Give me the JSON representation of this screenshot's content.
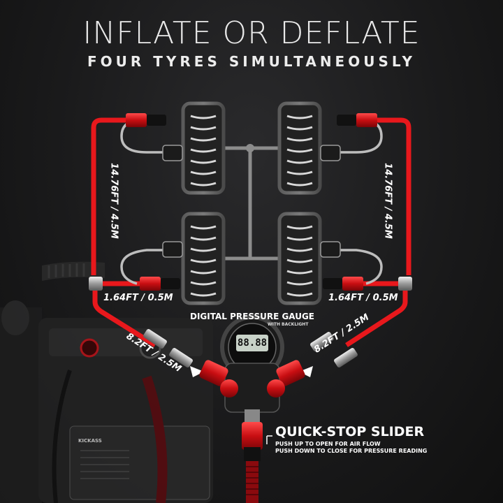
{
  "header": {
    "title": "INFLATE OR DEFLATE",
    "subtitle": "FOUR TYRES SIMULTANEOUSLY"
  },
  "hose_labels": {
    "left_long": "14.76FT / 4.5M",
    "right_long": "14.76FT / 4.5M",
    "left_short": "1.64FT / 0.5M",
    "right_short": "1.64FT / 0.5M",
    "left_mid": "8.2FT / 2.5M",
    "right_mid": "8.2FT / 2.5M"
  },
  "gauge": {
    "title": "DIGITAL PRESSURE GAUGE",
    "subtitle": "WITH BACKLIGHT",
    "display": "88.88"
  },
  "quick_stop": {
    "title": "QUICK-STOP SLIDER",
    "line1": "PUSH UP TO OPEN FOR AIR FLOW",
    "line2": "PUSH DOWN TO CLOSE FOR PRESSURE READING"
  },
  "compressor": {
    "brand": "KICKASS"
  },
  "colors": {
    "hose_red": "#e8181c",
    "tyre_grey": "#8a8a8a",
    "background": "#1a1a1b"
  }
}
